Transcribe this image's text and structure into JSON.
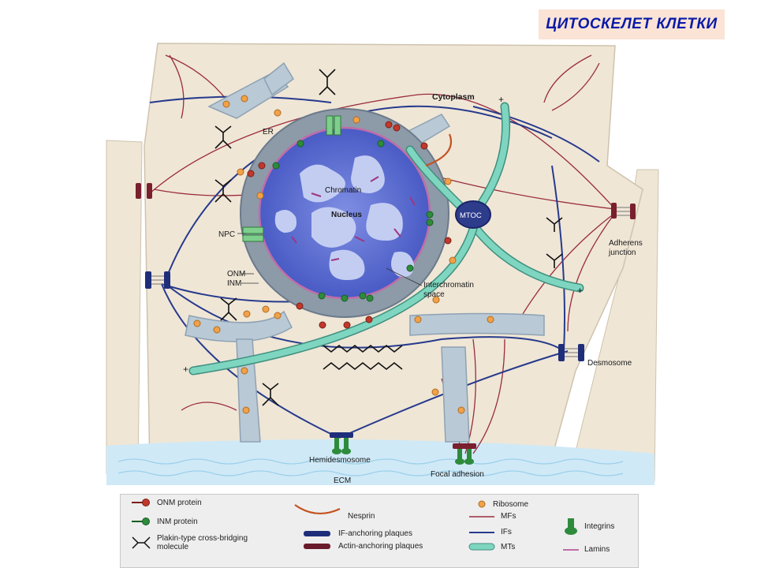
{
  "title": "ЦИТОСКЕЛЕТ КЛЕТКИ",
  "labels": {
    "cytoplasm": "Cytoplasm",
    "er": "ER",
    "chromatin": "Chromatin",
    "nucleus": "Nucleus",
    "mtoc": "MTOC",
    "npc": "NPC",
    "onm": "ONM",
    "inm": "INM",
    "interchromatin": "Interchromatin",
    "space": "space",
    "adherens": "Adherens",
    "junction": "junction",
    "desmosome": "Desmosome",
    "hemidesmosome": "Hemidesmosome",
    "focal_adhesion": "Focal adhesion",
    "ecm": "ECM",
    "plus": "+"
  },
  "legend": {
    "onm_protein": "ONM protein",
    "inm_protein": "INM protein",
    "plakin_1": "Plakin-type cross-bridging",
    "plakin_2": "molecule",
    "nesprin": "Nesprin",
    "if_plaques": "IF-anchoring plaques",
    "actin_plaques": "Actin-anchoring plaques",
    "ribosome": "Ribosome",
    "mfs": "MFs",
    "ifs": "IFs",
    "mts": "MTs",
    "integrins": "Integrins",
    "lamins": "Lamins"
  },
  "colors": {
    "cell_fill": "#efe6d6",
    "nucleus": "#5e6fd4",
    "er": "#7f8fa0",
    "if_line": "#273a8c",
    "mf_line": "#9a2c3e",
    "mt_fill": "#6fcfb8",
    "onm": "#c0392b",
    "inm": "#2e8b3c",
    "ribosome": "#f0a24a",
    "title_bg": "#fbe4d6",
    "title_text": "#0a1aa8"
  }
}
